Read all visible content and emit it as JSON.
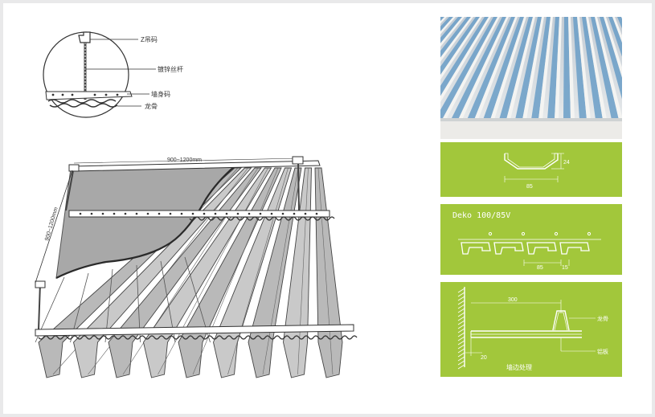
{
  "detail_callout": {
    "z_hanger_label": "Z吊码",
    "threaded_rod_label": "镀锌丝杆",
    "wall_clip_label": "墙身码",
    "keel_label": "龙骨"
  },
  "main_drawing": {
    "spacing_horizontal": "900~1200mm",
    "spacing_vertical": "900~1200mm"
  },
  "profile_panel": {
    "height_dim": "24",
    "width_dim": "85"
  },
  "keel_panel": {
    "title": "Deko 100/85V",
    "pitch_dim": "85",
    "gap_dim": "15"
  },
  "edge_panel": {
    "length_dim": "300",
    "gap_dim": "20",
    "keel_label": "龙骨",
    "plate_label": "铝板",
    "caption": "墙边处理"
  },
  "colors": {
    "panel_green": "#a2c73b",
    "page_background": "#e9e9ea"
  }
}
